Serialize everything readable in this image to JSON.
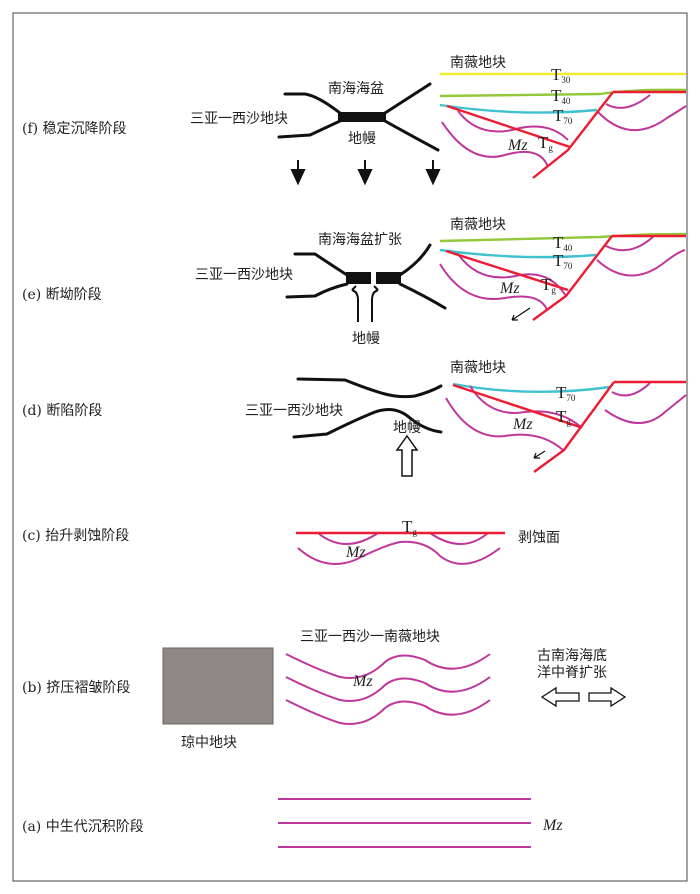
{
  "stages": {
    "f": "(f) 稳定沉降阶段",
    "e": "(e) 断坳阶段",
    "d": "(d) 断陷阶段",
    "c": "(c) 抬升剥蚀阶段",
    "b": "(b) 挤压褶皱阶段",
    "a": "(a) 中生代沉积阶段"
  },
  "labels": {
    "nanwei": "南薇地块",
    "sanya_xisha": "三亚一西沙地块",
    "nanhai_basin": "南海海盆",
    "nanhai_basin_expand": "南海海盆扩张",
    "mantle": "地幔",
    "erosion_surface": "剥蚀面",
    "sanya_xisha_nanwei": "三亚一西沙一南薇地块",
    "qiongzhong": "琼中地块",
    "ridge_line1": "古南海海底",
    "ridge_line2": "洋中脊扩张",
    "mz": "Mz"
  },
  "horizons": {
    "T": "T",
    "t30": "30",
    "t40": "40",
    "t70": "70",
    "tg": "g"
  },
  "colors": {
    "mz_strata": "#c0379b",
    "tg": "#ee1c33",
    "t30": "#f2ee2e",
    "t40": "#93c83b",
    "t70": "#3fc1cf",
    "qiongzhong_block": "#8f8886"
  }
}
